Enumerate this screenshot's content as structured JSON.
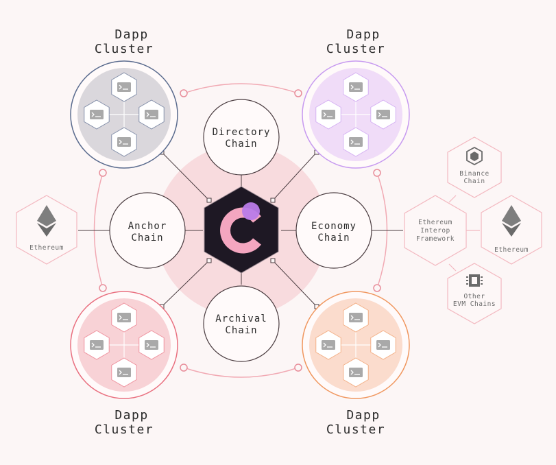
{
  "clusters": {
    "top_left": {
      "line1": "Dapp",
      "line2": "Cluster",
      "color": "#5a6b8e",
      "fill": "#dad7dc"
    },
    "top_right": {
      "line1": "Dapp",
      "line2": "Cluster",
      "color": "#c79af0",
      "fill": "#f0dcf8"
    },
    "bottom_left": {
      "line1": "Dapp",
      "line2": "Cluster",
      "color": "#e96f7f",
      "fill": "#f8d2d6"
    },
    "bottom_right": {
      "line1": "Dapp",
      "line2": "Cluster",
      "color": "#f0975f",
      "fill": "#fbdccd"
    }
  },
  "chains": {
    "directory": {
      "line1": "Directory",
      "line2": "Chain"
    },
    "anchor": {
      "line1": "Anchor",
      "line2": "Chain"
    },
    "economy": {
      "line1": "Economy",
      "line2": "Chain"
    },
    "archival": {
      "line1": "Archival",
      "line2": "Chain"
    }
  },
  "external": {
    "ethereum_left": "Ethereum",
    "binance": {
      "line1": "Binance",
      "line2": "Chain"
    },
    "interop": {
      "line1": "Ethereum",
      "line2": "Interop",
      "line3": "Framework"
    },
    "ethereum_right": "Ethereum",
    "other_evm": {
      "line1": "Other",
      "line2": "EVM Chains"
    }
  },
  "colors": {
    "background": "#fcf6f6",
    "ring": "#f1a9b3",
    "halo": "#f8dbde",
    "connector": "#4a3c40",
    "hexagon_dark": "#1e1824",
    "logo_pink": "#f4a6c0",
    "logo_purple": "#b97be8"
  }
}
